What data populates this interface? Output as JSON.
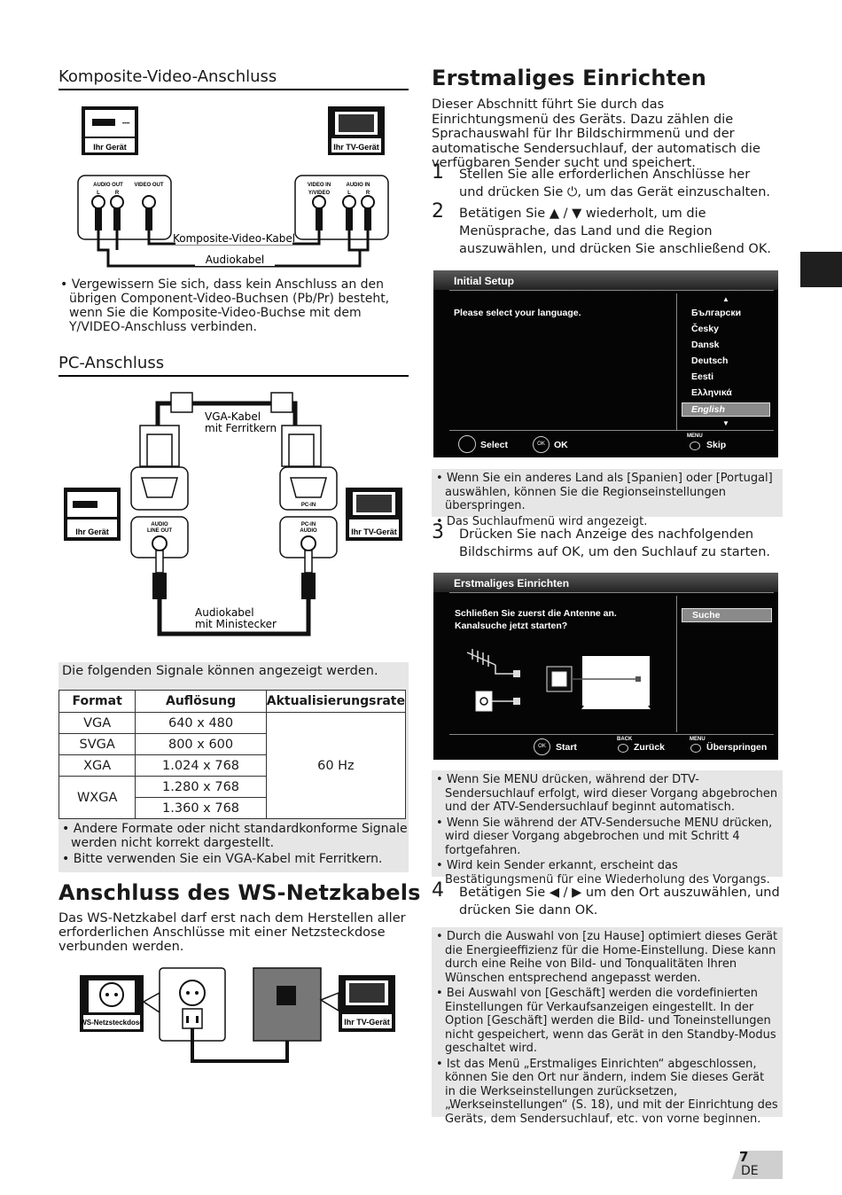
{
  "composite": {
    "heading": "Komposite-Video-Anschluss",
    "device_left": "Ihr Gerät",
    "device_right": "Ihr TV-Gerät",
    "audio_out": "AUDIO OUT",
    "video_out": "VIDEO OUT",
    "video_in": "VIDEO IN",
    "y_video": "Y/VIDEO",
    "audio_in": "AUDIO IN",
    "l": "L",
    "r": "R",
    "cable_video": "Komposite-Video-Kabel",
    "cable_audio": "Audiokabel",
    "note": "Vergewissern Sie sich, dass kein Anschluss an den übrigen Component-Video-Buchsen (Pb/Pr) besteht, wenn Sie die Komposite-Video-Buchse mit dem Y/VIDEO-Anschluss verbinden."
  },
  "pc": {
    "heading": "PC-Anschluss",
    "vga_cable_1": "VGA-Kabel",
    "vga_cable_2": "mit Ferritkern",
    "device_left": "Ihr Gerät",
    "device_right": "Ihr TV-Gerät",
    "pc_in": "PC-IN",
    "audio_line_out_1": "AUDIO",
    "audio_line_out_2": "LINE OUT",
    "pc_in_audio_1": "PC-IN",
    "pc_in_audio_2": "AUDIO",
    "audio_cable_1": "Audiokabel",
    "audio_cable_2": "mit Ministecker"
  },
  "signals": {
    "intro": "Die folgenden Signale können angezeigt werden.",
    "headers": [
      "Format",
      "Auflösung",
      "Aktualisierungsrate"
    ],
    "rows": [
      {
        "format": "VGA",
        "res": "640 x 480"
      },
      {
        "format": "SVGA",
        "res": "800 x 600"
      },
      {
        "format": "XGA",
        "res": "1.024 x 768"
      },
      {
        "format": "WXGA",
        "res": "1.280 x 768"
      },
      {
        "format": "",
        "res": "1.360 x 768"
      }
    ],
    "rate": "60 Hz",
    "notes": [
      "Andere Formate oder nicht standardkonforme Signale werden nicht korrekt dargestellt.",
      "Bitte verwenden Sie ein VGA-Kabel mit Ferritkern."
    ]
  },
  "power": {
    "heading": "Anschluss des WS-Netzkabels",
    "text": "Das WS-Netzkabel darf erst nach dem Herstellen aller erforderlichen Anschlüsse mit einer Netzsteckdose verbunden werden.",
    "outlet_label": "WS-Netzsteckdose",
    "tv_label": "Ihr TV-Gerät"
  },
  "setup": {
    "heading": "Erstmaliges Einrichten",
    "intro": "Dieser Abschnitt führt Sie durch das Einrichtungsmenü des Geräts. Dazu zählen die Sprachauswahl für Ihr Bildschirmmenü und der automatische Sendersuchlauf, der automatisch die verfügbaren Sender sucht und speichert.",
    "step1_num": "1",
    "step1": "Stellen Sie alle erforderlichen Anschlüsse her und drücken Sie ⏻, um das Gerät einzuschalten.",
    "step2_num": "2",
    "step2": "Betätigen Sie ▲ / ▼ wiederholt, um die Menüsprache, das Land und die Region auszuwählen, und drücken Sie anschließend OK.",
    "osd1": {
      "title": "Initial Setup",
      "prompt": "Please select your language.",
      "languages": [
        "Български",
        "Česky",
        "Dansk",
        "Deutsch",
        "Eesti",
        "Ελληνικά",
        "English"
      ],
      "select": "Select",
      "ok": "OK",
      "menu": "MENU",
      "skip": "Skip"
    },
    "notes2": [
      "Wenn Sie ein anderes Land als [Spanien] oder [Portugal] auswählen, können Sie die Regionseinstellungen überspringen.",
      "Das Suchlaufmenü wird angezeigt."
    ],
    "step3_num": "3",
    "step3": "Drücken Sie nach Anzeige des nachfolgenden Bildschirms auf OK, um den Suchlauf zu starten.",
    "osd2": {
      "title": "Erstmaliges Einrichten",
      "line1": "Schließen Sie zuerst die Antenne an.",
      "line2": "Kanalsuche jetzt starten?",
      "search": "Suche",
      "ok": "OK",
      "start": "Start",
      "back": "BACK",
      "zurueck": "Zurück",
      "menu": "MENU",
      "skip": "Überspringen"
    },
    "notes3": [
      "Wenn Sie MENU drücken, während der DTV-Sendersuchlauf erfolgt, wird dieser Vorgang abgebrochen und der ATV-Sendersuchlauf beginnt automatisch.",
      "Wenn Sie während der ATV-Sendersuche MENU drücken, wird dieser Vorgang abgebrochen und mit Schritt 4 fortgefahren.",
      "Wird kein Sender erkannt, erscheint das Bestätigungsmenü für eine Wiederholung des Vorgangs."
    ],
    "step4_num": "4",
    "step4": "Betätigen Sie ◀ / ▶ um den Ort auszuwählen, und drücken Sie dann OK.",
    "notes4": [
      "Durch die Auswahl von [zu Hause] optimiert dieses Gerät die Energieeffizienz für die Home-Einstellung. Diese kann durch eine Reihe von Bild- und Tonqualitäten Ihren Wünschen entsprechend angepasst werden.",
      "Bei Auswahl von [Geschäft] werden die vordefinierten Einstellungen für Verkaufsanzeigen eingestellt. In der Option [Geschäft] werden die Bild- und Toneinstellungen nicht gespeichert, wenn das Gerät in den Standby-Modus geschaltet wird.",
      "Ist das Menü „Erstmaliges Einrichten“ abgeschlossen, können Sie den Ort nur ändern, indem Sie dieses Gerät in die Werkseinstellungen zurücksetzen, „Werkseinstellungen“ (S. 18), und mit der Einrichtung des Geräts, dem Sendersuchlauf, etc. von vorne beginnen."
    ]
  },
  "footer": {
    "page": "7",
    "lang": "DE"
  }
}
